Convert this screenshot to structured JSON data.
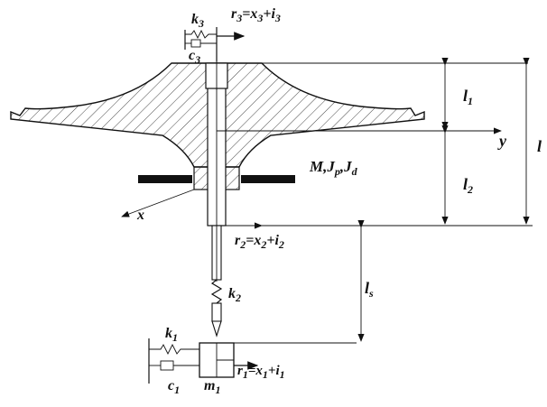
{
  "labels": {
    "k3": {
      "main": "k",
      "sub": "3"
    },
    "c3": {
      "main": "c",
      "sub": "3"
    },
    "r3_pre": "r",
    "r3_sub": "3",
    "r3_eq": "=x",
    "r3_sub2": "3",
    "r3_plus": "+i",
    "r3_sub3": "3",
    "l1": {
      "main": "l",
      "sub": "1"
    },
    "l2": {
      "main": "l",
      "sub": "2"
    },
    "l_big": "l",
    "y_axis": "y",
    "x_axis": "x",
    "M_J": {
      "M": "M",
      "Jp": ",J",
      "p": "p",
      "Jd": ",J",
      "d": "d"
    },
    "r2_pre": "r",
    "r2_sub": "2",
    "r2_eq": "=x",
    "r2_sub2": "2",
    "r2_plus": "+i",
    "r2_sub3": "2",
    "k2": {
      "main": "k",
      "sub": "2"
    },
    "ls": {
      "main": "l",
      "sub": "s"
    },
    "k1": {
      "main": "k",
      "sub": "1"
    },
    "c1": {
      "main": "c",
      "sub": "1"
    },
    "m1": {
      "main": "m",
      "sub": "1"
    },
    "r1_pre": "r",
    "r1_sub": "1",
    "r1_eq": "=x",
    "r1_sub2": "1",
    "r1_plus": "+i",
    "r1_sub3": "1"
  }
}
